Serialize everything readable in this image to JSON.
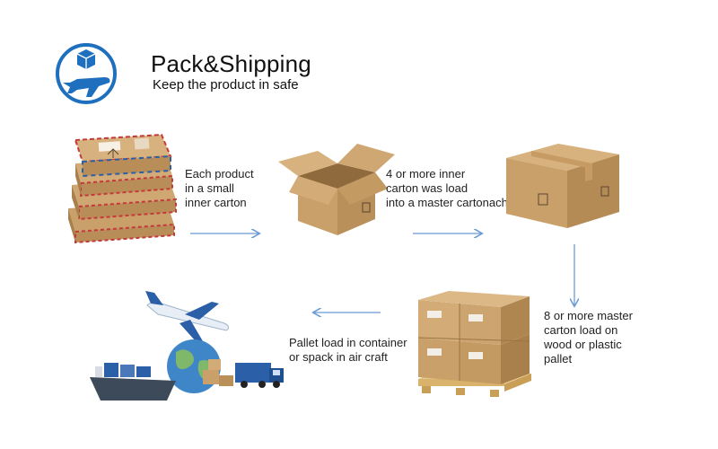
{
  "header": {
    "title": "Pack&Shipping",
    "subtitle": "Keep the product in safe"
  },
  "steps": [
    {
      "caption": "Each product\nin a small\ninner carton"
    },
    {
      "caption": "4 or more inner\ncarton was load\ninto a master cartonach"
    },
    {
      "caption": "8 or more master\ncarton load on\nwood  or plastic\npallet"
    },
    {
      "caption": "Pallet load in container\nor spack in air craft"
    }
  ],
  "colors": {
    "logo": "#1f6fbf",
    "arrow": "#6a9ad4",
    "cardboard": "#c9a06a",
    "cardboard_dark": "#a97f4c",
    "tape_red": "#c43a3a",
    "tape_blue": "#2b5fa8"
  },
  "icons": [
    "box-plane-logo-icon",
    "stacked-parcels-icon",
    "open-box-icon",
    "closed-box-icon",
    "pallet-boxes-icon",
    "transport-globe-icon"
  ]
}
